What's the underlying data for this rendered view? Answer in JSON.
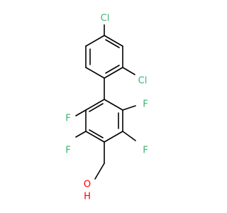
{
  "molecule": {
    "atoms": [
      {
        "id": "cl_top",
        "symbol": "Cl",
        "color": "#3cb371"
      },
      {
        "id": "cl_ortho",
        "symbol": "Cl",
        "color": "#3cb371"
      },
      {
        "id": "f_upper_left",
        "symbol": "F",
        "color": "#3cb371"
      },
      {
        "id": "f_upper_right",
        "symbol": "F",
        "color": "#3cb371"
      },
      {
        "id": "f_lower_left",
        "symbol": "F",
        "color": "#3cb371"
      },
      {
        "id": "f_lower_right",
        "symbol": "F",
        "color": "#3cb371"
      },
      {
        "id": "oxygen",
        "symbol": "O",
        "color": "#ff0000"
      },
      {
        "id": "hydrogen",
        "symbol": "H",
        "color": "#ff0000"
      }
    ]
  }
}
